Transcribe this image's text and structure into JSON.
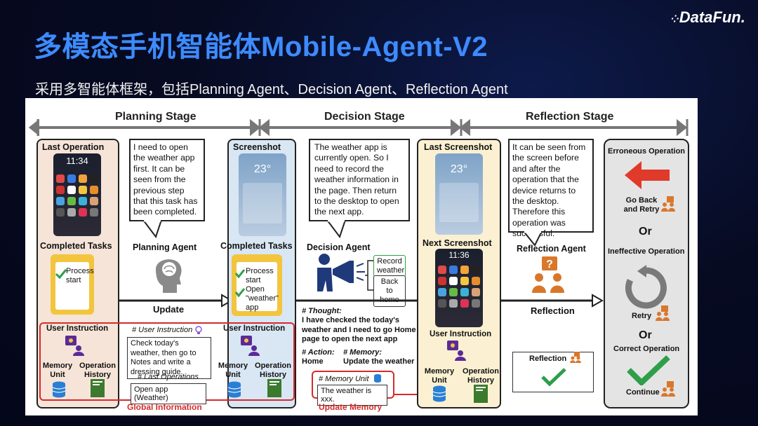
{
  "header": {
    "title": "多模态手机智能体Mobile-Agent-V2",
    "subtitle": "采用多智能体框架，包括Planning Agent、Decision Agent、Reflection Agent",
    "brand": "DataFun."
  },
  "stages": {
    "planning": "Planning Stage",
    "decision": "Decision Stage",
    "reflection": "Reflection Stage"
  },
  "planning": {
    "last_operation": "Last Operation",
    "phone_time": "11:34",
    "completed_tasks": "Completed Tasks",
    "task_process": "Process start",
    "thought": "I need to open the weather app first. It can be seen from the previous step that this task has been completed.",
    "agent": "Planning Agent",
    "update": "Update",
    "user_instruction": "User Instruction",
    "memory_unit": "Memory Unit",
    "operation_history": "Operation History",
    "ui_heading": "# User Instruction",
    "ui_text": "Check today's weather, then go to Notes and write a dressing guide.",
    "last_ops_heading": "# Last Operations",
    "last_ops_text": "Open app (Weather)",
    "global_info": "Global Information"
  },
  "screenshot": {
    "title": "Screenshot",
    "temp": "23°",
    "completed_tasks": "Completed Tasks",
    "task1": "Process start",
    "task2": "Open \"weather\" app",
    "user_instruction": "User Instruction",
    "memory_unit": "Memory Unit",
    "operation_history": "Operation History"
  },
  "decision": {
    "thought": "The weather app is currently open. So I need to record the weather information in the page. Then return to the desktop to open the next app.",
    "agent": "Decision Agent",
    "opt1": "Record weather",
    "opt2": "Back to home",
    "thought_heading": "# Thought:",
    "thought_body": "I have checked the today's weather and I need to go Home page to open the next app",
    "action_heading": "# Action:",
    "action_value": "Home",
    "memory_heading": "# Memory:",
    "memory_value": "Update the weather",
    "memory_unit_heading": "# Memory Unit",
    "memory_unit_text": "The weather is xxx.",
    "update_memory": "Update Memory"
  },
  "lastscreen": {
    "title": "Last Screenshot",
    "temp": "23°",
    "next_title": "Next Screenshot",
    "next_time": "11:36",
    "user_instruction": "User Instruction",
    "memory_unit": "Memory Unit",
    "operation_history": "Operation History"
  },
  "reflection": {
    "thought": "It can be seen from the screen before and after the operation that the device returns to the desktop. Therefore this operation was successful.",
    "agent": "Reflection Agent",
    "label": "Reflection",
    "result_label": "Reflection",
    "erroneous": "Erroneous Operation",
    "goback": "Go Back and Retry",
    "or1": "Or",
    "ineffective": "Ineffective Operation",
    "retry": "Retry",
    "or2": "Or",
    "correct": "Correct Operation",
    "continue": "Continue"
  },
  "colors": {
    "title_blue": "#3d8bff",
    "red": "#d42b2b",
    "green": "#2e9e4a",
    "agent_blue": "#1f3a7a",
    "agent_orange": "#d9772b",
    "purple": "#5b2a99"
  }
}
